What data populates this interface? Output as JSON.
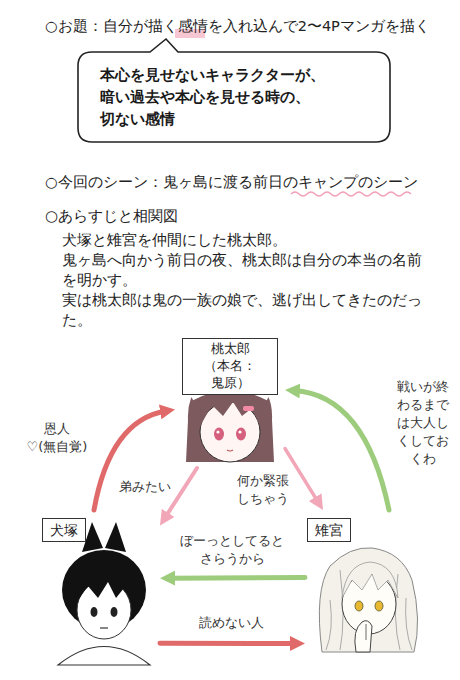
{
  "diagram": {
    "nodes": [
      {
        "text": [
          "本心を見せないキャラクターが、 暗い過去や本心を見せる時の、 切ない感情"
        ]
      },
      {
        "text": [
          "桃太郎 （本名：鬼原）"
        ]
      },
      {
        "text": [
          "犬塚"
        ]
      },
      {
        "text": [
          "雉宮"
        ]
      }
    ],
    "edges": [
      {
        "from": 2,
        "to": 1,
        "label": "恩人 ♡(無自覚)",
        "arrow": "to"
      },
      {
        "from": 1,
        "to": 2,
        "label": "弟みたい",
        "arrow": "to"
      },
      {
        "from": 3,
        "to": 1,
        "label": "戦いが終わるまでは大人しくしておくわ",
        "arrow": "to"
      },
      {
        "from": 1,
        "to": 3,
        "label": "何か緊張しちゃう",
        "arrow": "to"
      },
      {
        "from": 3,
        "to": 2,
        "label": "ぼーっとしてるとさらうから",
        "arrow": "to"
      },
      {
        "from": 2,
        "to": 3,
        "label": "読めない人",
        "arrow": "to"
      }
    ],
    "labels": [
      "○お題：自分が描く感情を入れ込んで2〜4Pマンガを描く",
      "○今回のシーン：鬼ヶ島に渡る前日のキャンプのシーン",
      "○あらすじと相関図",
      "犬塚と雉宮を仲間にした桃太郎。",
      "鬼ヶ島へ向かう前日の夜、桃太郎は自分の本当の名前を明かす。",
      "実は桃太郎は鬼の一族の娘で、逃げ出してきたのだった。"
    ]
  }
}
